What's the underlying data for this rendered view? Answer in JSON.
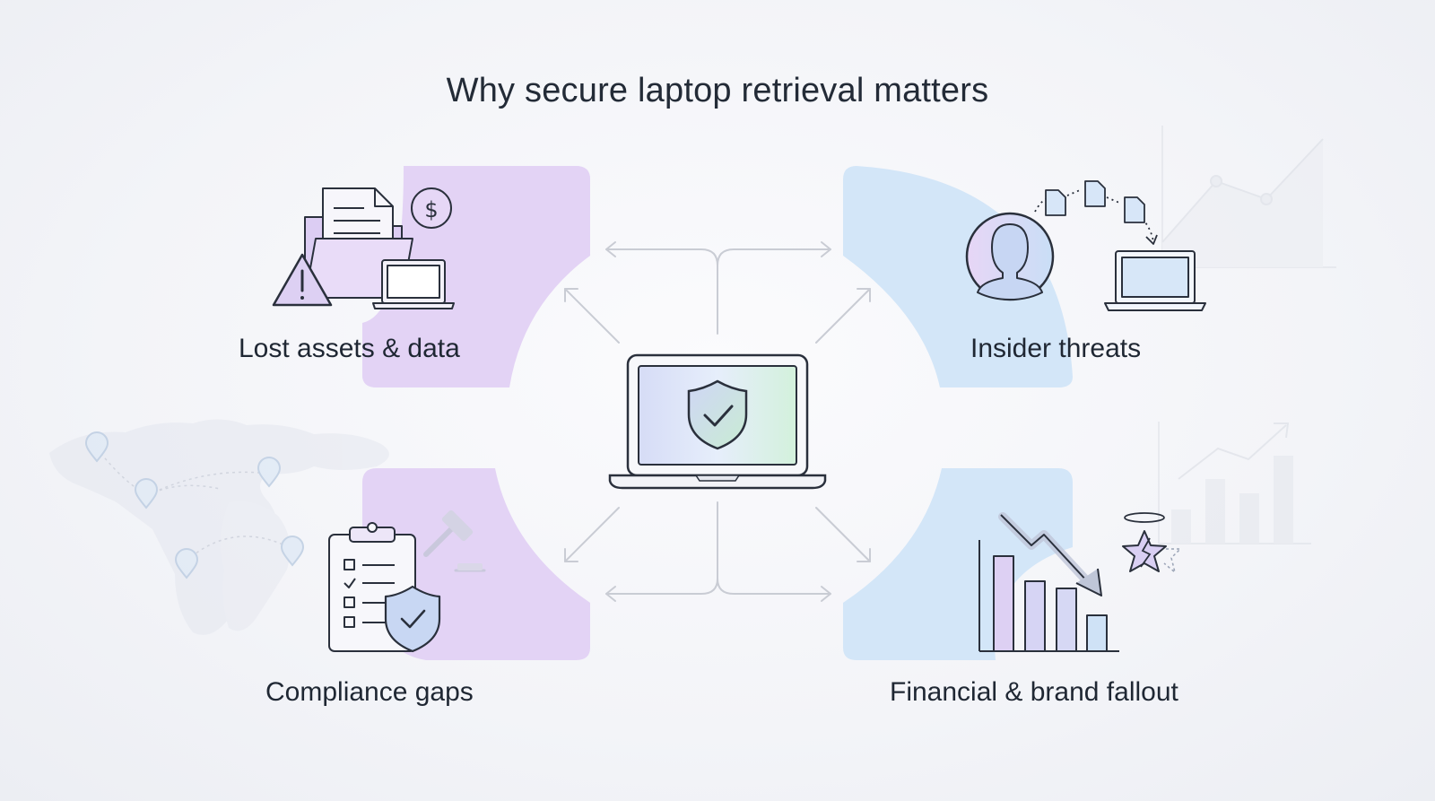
{
  "title": "Why secure laptop retrieval matters",
  "hub": {
    "icon": "laptop-shield-check-icon"
  },
  "quadrants": [
    {
      "position": "top-left",
      "label": "Lost assets & data",
      "icons": [
        "folder-documents-icon",
        "dollar-coin-icon",
        "warning-triangle-icon",
        "laptop-icon"
      ],
      "accent": "#e3d3f5"
    },
    {
      "position": "top-right",
      "label": "Insider threats",
      "icons": [
        "user-avatar-icon",
        "documents-transfer-icon",
        "laptop-icon"
      ],
      "accent": "#d3e6f8"
    },
    {
      "position": "bottom-left",
      "label": "Compliance gaps",
      "icons": [
        "clipboard-checklist-icon",
        "shield-check-icon",
        "gavel-icon",
        "world-map-pins-icon"
      ],
      "accent": "#e3d3f5"
    },
    {
      "position": "bottom-right",
      "label": "Financial & brand fallout",
      "icons": [
        "declining-bar-chart-icon",
        "broken-star-icon"
      ],
      "accent": "#d3e6f8"
    }
  ],
  "colors": {
    "lavender": "#e3d3f5",
    "sky": "#d3e6f8",
    "ink": "#2a303c",
    "connector": "#c9ccd4"
  }
}
